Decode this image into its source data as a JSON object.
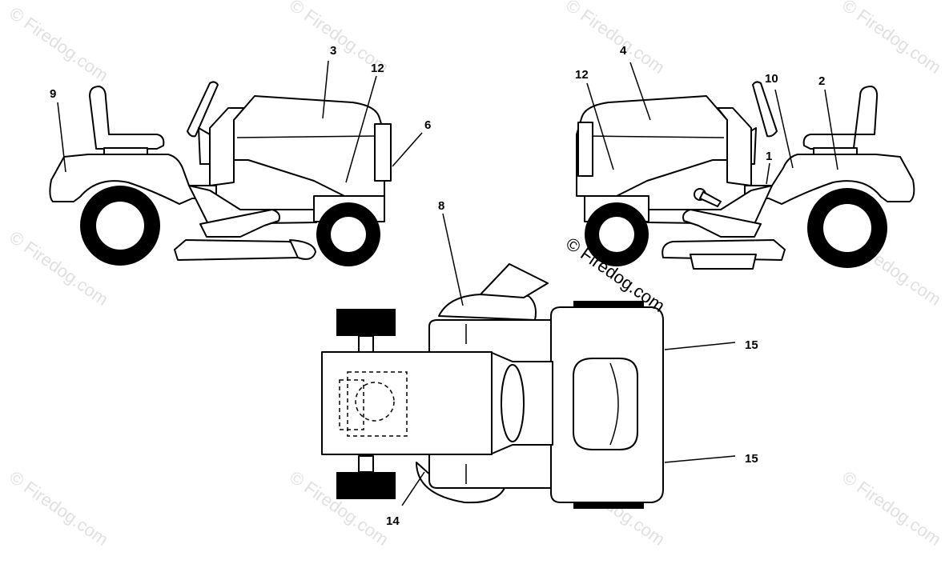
{
  "diagram": {
    "callouts": {
      "c3": "3",
      "c12_left": "12",
      "c9": "9",
      "c6": "6",
      "c4": "4",
      "c12_right": "12",
      "c10": "10",
      "c2": "2",
      "c1": "1",
      "c8": "8",
      "c15_top": "15",
      "c15_bottom": "15",
      "c14": "14"
    },
    "watermark": "© Firedog.com"
  }
}
